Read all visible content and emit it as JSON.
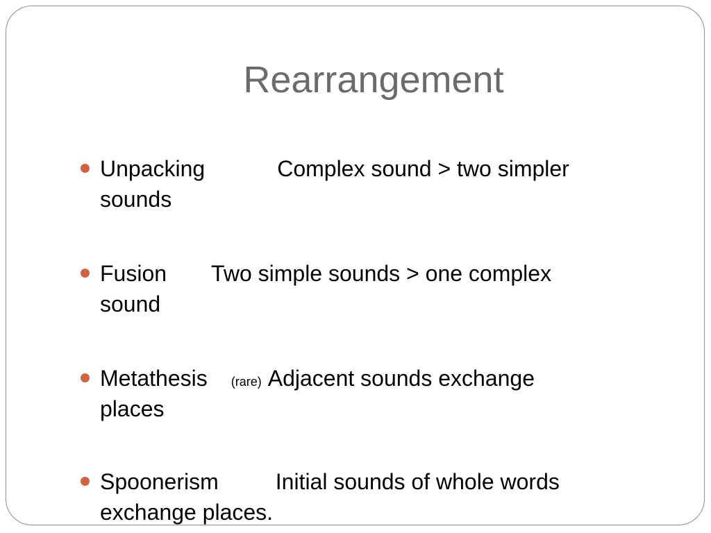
{
  "slide": {
    "title": "Rearrangement",
    "bullets": [
      {
        "term": "Unpacking",
        "note": "",
        "definition_line1": "Complex sound > two simpler",
        "definition_line2": "sounds"
      },
      {
        "term": "Fusion",
        "note": "",
        "definition_line1": "Two simple sounds > one complex",
        "definition_line2": "sound"
      },
      {
        "term": "Metathesis",
        "note": "(rare)",
        "definition_line1": "Adjacent sounds exchange",
        "definition_line2": "places"
      },
      {
        "term": "Spoonerism",
        "note": "",
        "definition_line1": "Initial sounds of whole words",
        "definition_line2": "exchange places."
      }
    ]
  },
  "colors": {
    "title": "#6b6b6b",
    "bullet": "#d2633a",
    "frame": "#8c8c8c",
    "text": "#000000"
  }
}
